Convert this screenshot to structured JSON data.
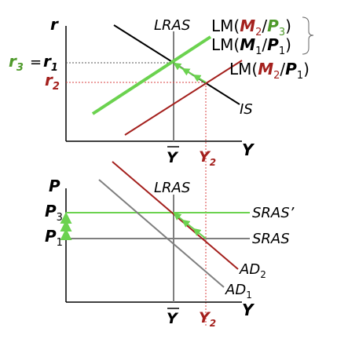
{
  "colors": {
    "black": "#000000",
    "green": "#6bd24f",
    "dark_red": "#a4201d",
    "gray": "#7f7f7f",
    "dashed_black": "#555555",
    "dashed_red": "#d94040"
  },
  "top_panel": {
    "y_axis_label": "r",
    "x_axis_label": "Y",
    "lras_label": "LRAS",
    "is_label": "IS",
    "r3": {
      "letter": "r",
      "subscript": "3"
    },
    "equals": "=",
    "r1": {
      "letter": "r",
      "subscript": "1"
    },
    "r2": {
      "letter": "r",
      "subscript": "2"
    },
    "y_bar": "Y",
    "y2": {
      "letter": "Y",
      "subscript": "2"
    },
    "lm_labels": [
      {
        "prefix": "LM(",
        "m": "M",
        "m_sub": "2",
        "slash": "/",
        "p": "P",
        "p_sub": "3",
        "suffix": ")"
      },
      {
        "prefix": "LM(",
        "m": "M",
        "m_sub": "1",
        "slash": "/",
        "p": "P",
        "p_sub": "1",
        "suffix": ")"
      },
      {
        "prefix": "LM(",
        "m": "M",
        "m_sub": "2",
        "slash": "/",
        "p": "P",
        "p_sub": "1",
        "suffix": ")"
      }
    ]
  },
  "bottom_panel": {
    "y_axis_label": "P",
    "x_axis_label": "Y",
    "lras_label": "LRAS",
    "sras_label": "SRAS",
    "sras_prime_label": "SRAS’",
    "p3": {
      "letter": "P",
      "subscript": "3"
    },
    "p1": {
      "letter": "P",
      "subscript": "1"
    },
    "ad2": {
      "letter": "AD",
      "subscript": "2"
    },
    "ad1": {
      "letter": "AD",
      "subscript": "1"
    },
    "y_bar": "Y",
    "y2": {
      "letter": "Y",
      "subscript": "2"
    }
  }
}
